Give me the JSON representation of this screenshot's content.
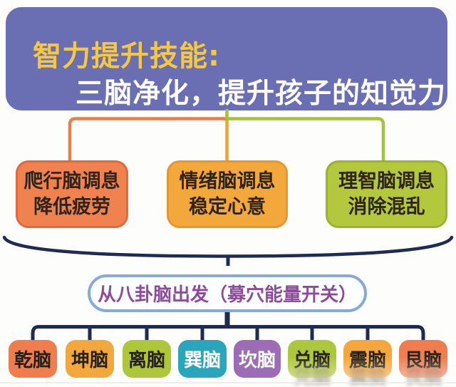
{
  "colors": {
    "background": "#fdfdfb",
    "header_bg": "#6a6fb3",
    "title_yellow": "#f7c83e",
    "subtitle_white": "#ffffff",
    "navy": "#1f2b55",
    "connector_left_orange": "#e87e48",
    "connector_center_amber": "#eaa33c",
    "connector_right_green": "#a4c23d",
    "trunk_green": "#a4c23d",
    "hub_border_blue": "#82aadb",
    "hub_bg": "#fdfeff",
    "hub_text_purple": "#8d4b9b"
  },
  "header": {
    "title": "智力提升技能:",
    "subtitle": "三脑净化，提升孩子的知觉力"
  },
  "mid_boxes": [
    {
      "line1": "爬行脑调息",
      "line2": "降低疲劳",
      "bg": "#f0824f",
      "border": "#e3693c",
      "text_color": "#30241a"
    },
    {
      "line1": "情绪脑调息",
      "line2": "稳定心意",
      "bg": "#f3a83b",
      "border": "#e6962d",
      "text_color": "#30241a"
    },
    {
      "line1": "理智脑调息",
      "line2": "消除混乱",
      "bg": "#b4c83e",
      "border": "#9cb32e",
      "text_color": "#30241a"
    }
  ],
  "hub": {
    "label": "从八卦脑出发（募穴能量开关）"
  },
  "bottom_boxes": [
    {
      "label": "乾脑",
      "bg": "#ef7d4e",
      "text_color": "#26211a"
    },
    {
      "label": "坤脑",
      "bg": "#f4a83b",
      "text_color": "#26211a"
    },
    {
      "label": "离脑",
      "bg": "#aec639",
      "text_color": "#26211a"
    },
    {
      "label": "巽脑",
      "bg": "#29a6bc",
      "text_color": "#ffffff"
    },
    {
      "label": "坎脑",
      "bg": "#9c6cb4",
      "text_color": "#ffffff"
    },
    {
      "label": "兑脑",
      "bg": "#aec639",
      "text_color": "#26211a"
    },
    {
      "label": "震脑",
      "bg": "#f4a83b",
      "text_color": "#26211a"
    },
    {
      "label": "艮脑",
      "bg": "#ef7d4e",
      "text_color": "#26211a"
    }
  ]
}
